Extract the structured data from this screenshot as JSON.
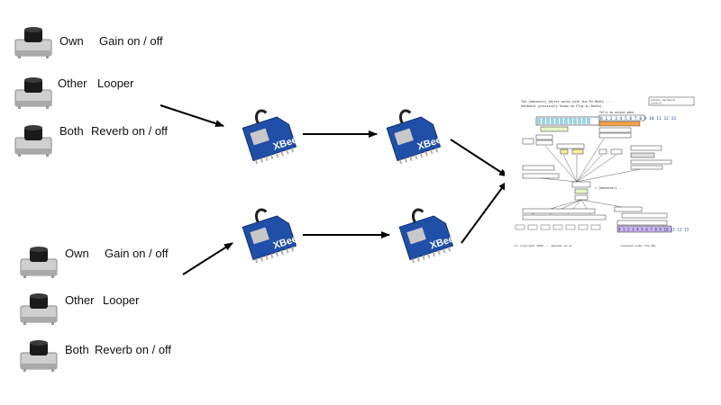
{
  "groups": [
    {
      "buttons": [
        {
          "who": "Own",
          "action": "Gain on / off"
        },
        {
          "who": "Other",
          "action": "Looper"
        },
        {
          "who": "Both",
          "action": "Reverb on / off"
        }
      ]
    },
    {
      "buttons": [
        {
          "who": "Own",
          "action": "Gain on / off"
        },
        {
          "who": "Other",
          "action": "Looper"
        },
        {
          "who": "Both",
          "action": "Reverb on / off"
        }
      ]
    }
  ],
  "xbee": {
    "label": "XBee",
    "board_color": "#1f4fa8",
    "antenna_color": "#222222"
  },
  "patch": {
    "header": "The [makeover] object works with the Pd Beats ...",
    "badge": "pduino hardware control",
    "footer_left": "(C) Copyright 2008 ... abandon et al",
    "footer_right": "released under the GPL",
    "numbers_top": "0 1 2 3 4 5 6 7 8 9 10 11 12 13",
    "numbers_bottom": "0 1 2 3 4 5 6 7 8 9 10 11 12 13"
  },
  "colors": {
    "arrow": "#000000",
    "button_base": "#cfcfcf",
    "button_cap": "#1a1a1a"
  }
}
